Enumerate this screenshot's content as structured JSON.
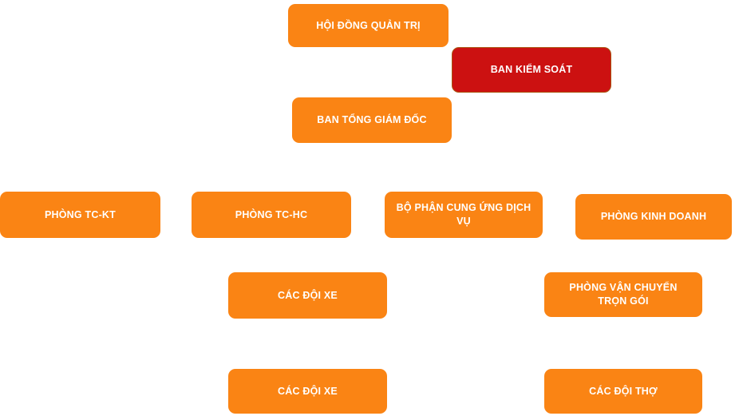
{
  "chart_title": "Organization structure diagram",
  "colors": {
    "box_orange": "#FA8414",
    "box_red": "#CC1111",
    "red_border": "#A85410",
    "text": "#FFFFFF",
    "background": "#FFFFFF"
  },
  "nodes": [
    {
      "id": "hoi-dong-quan-tri",
      "label": "HỘI ĐỒNG QUẢN TRỊ",
      "variant": "orange"
    },
    {
      "id": "ban-kiem-soat",
      "label": "BAN KIỂM SOÁT",
      "variant": "red"
    },
    {
      "id": "ban-tong-giam-doc",
      "label": "BAN TỔNG GIÁM ĐỐC",
      "variant": "orange"
    },
    {
      "id": "phong-tc-kt",
      "label": "PHÒNG TC-KT",
      "variant": "orange"
    },
    {
      "id": "phong-tc-hc",
      "label": "PHÒNG TC-HC",
      "variant": "orange"
    },
    {
      "id": "bo-phan-cung-ung-dich-vu",
      "label": "BỘ PHẬN CUNG ỨNG DỊCH VỤ",
      "variant": "orange"
    },
    {
      "id": "phong-kinh-doanh",
      "label": "PHÒNG KINH DOANH",
      "variant": "orange"
    },
    {
      "id": "cac-doi-xe-1",
      "label": "CÁC ĐỘI XE",
      "variant": "orange"
    },
    {
      "id": "phong-van-chuyen-tron-goi",
      "label": "PHÒNG VẬN CHUYỂN TRỌN GÓI",
      "variant": "orange"
    },
    {
      "id": "cac-doi-xe-2",
      "label": "CÁC ĐỘI XE",
      "variant": "orange"
    },
    {
      "id": "cac-doi-tho",
      "label": "CÁC ĐỘI THỢ",
      "variant": "orange"
    }
  ]
}
